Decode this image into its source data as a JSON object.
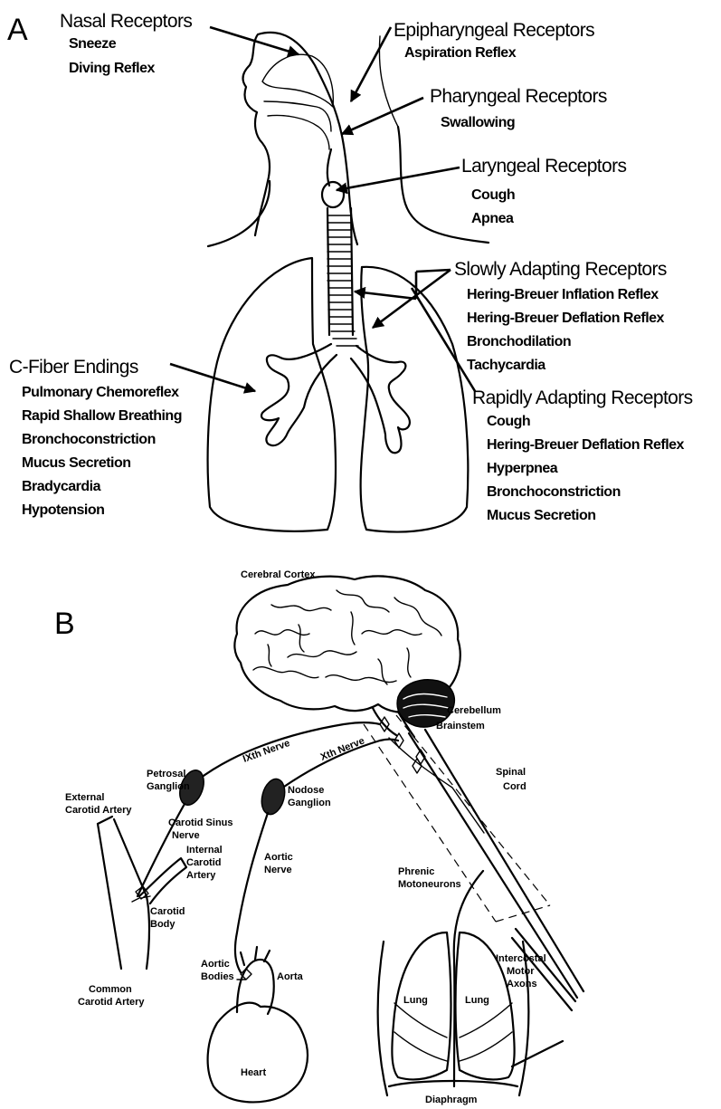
{
  "panelA": {
    "letter": "A",
    "nasal": {
      "title": "Nasal Receptors",
      "items": [
        "Sneeze",
        "Diving Reflex"
      ]
    },
    "epipharyngeal": {
      "title": "Epipharyngeal Receptors",
      "items": [
        "Aspiration Reflex"
      ]
    },
    "pharyngeal": {
      "title": "Pharyngeal Receptors",
      "items": [
        "Swallowing"
      ]
    },
    "laryngeal": {
      "title": "Laryngeal Receptors",
      "items": [
        "Cough",
        "Apnea"
      ]
    },
    "slowly": {
      "title": "Slowly Adapting Receptors",
      "items": [
        "Hering-Breuer Inflation Reflex",
        "Hering-Breuer Deflation Reflex",
        "Bronchodilation",
        "Tachycardia"
      ]
    },
    "cfiber": {
      "title": "C-Fiber Endings",
      "items": [
        "Pulmonary Chemoreflex",
        "Rapid Shallow Breathing",
        "Bronchoconstriction",
        "Mucus Secretion",
        "Bradycardia",
        "Hypotension"
      ]
    },
    "rapidly": {
      "title": "Rapidly Adapting Receptors",
      "items": [
        "Cough",
        "Hering-Breuer Deflation Reflex",
        "Hyperpnea",
        "Bronchoconstriction",
        "Mucus Secretion"
      ]
    }
  },
  "panelB": {
    "letter": "B",
    "cerebral_cortex": "Cerebral Cortex",
    "cerebellum": "Cerebellum",
    "brainstem": "Brainstem",
    "ixth_nerve": "IXth Nerve",
    "xth_nerve": "Xth Nerve",
    "petrosal": [
      "Petrosal",
      "Ganglion"
    ],
    "spinal_cord": [
      "Spinal",
      "Cord"
    ],
    "nodose": [
      "Nodose",
      "Ganglion"
    ],
    "external_carotid": [
      "External",
      "Carotid Artery"
    ],
    "carotid_sinus": [
      "Carotid Sinus",
      "Nerve"
    ],
    "internal_carotid": [
      "Internal",
      "Carotid",
      "Artery"
    ],
    "aortic_nerve": [
      "Aortic",
      "Nerve"
    ],
    "phrenic": [
      "Phrenic",
      "Motoneurons"
    ],
    "carotid_body": [
      "Carotid",
      "Body"
    ],
    "aortic_bodies": [
      "Aortic",
      "Bodies"
    ],
    "aorta": "Aorta",
    "intercostal": [
      "Intercostal",
      "Motor",
      "Axons"
    ],
    "common_carotid": [
      "Common",
      "Carotid Artery"
    ],
    "lung_left": "Lung",
    "lung_right": "Lung",
    "heart": "Heart",
    "diaphragm": "Diaphragm"
  }
}
